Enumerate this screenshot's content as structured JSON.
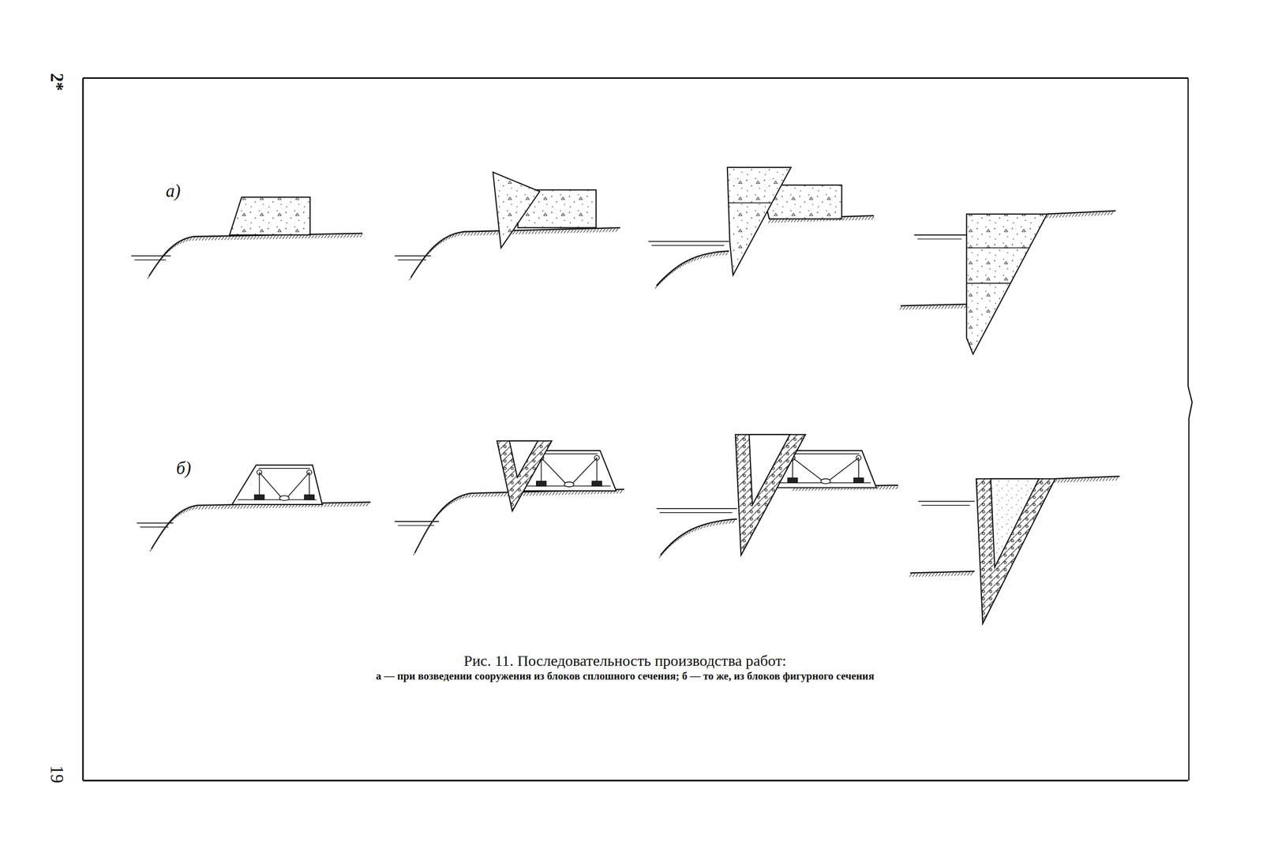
{
  "diagram": {
    "caption": "Рис. 11. Последовательность производства работ:",
    "labels": [
      "2*",
      "а)",
      "б)",
      "а — при возведении сооружения из блоков сплошного сечения; б — то же, из блоков фигурного сечения",
      "19"
    ]
  }
}
